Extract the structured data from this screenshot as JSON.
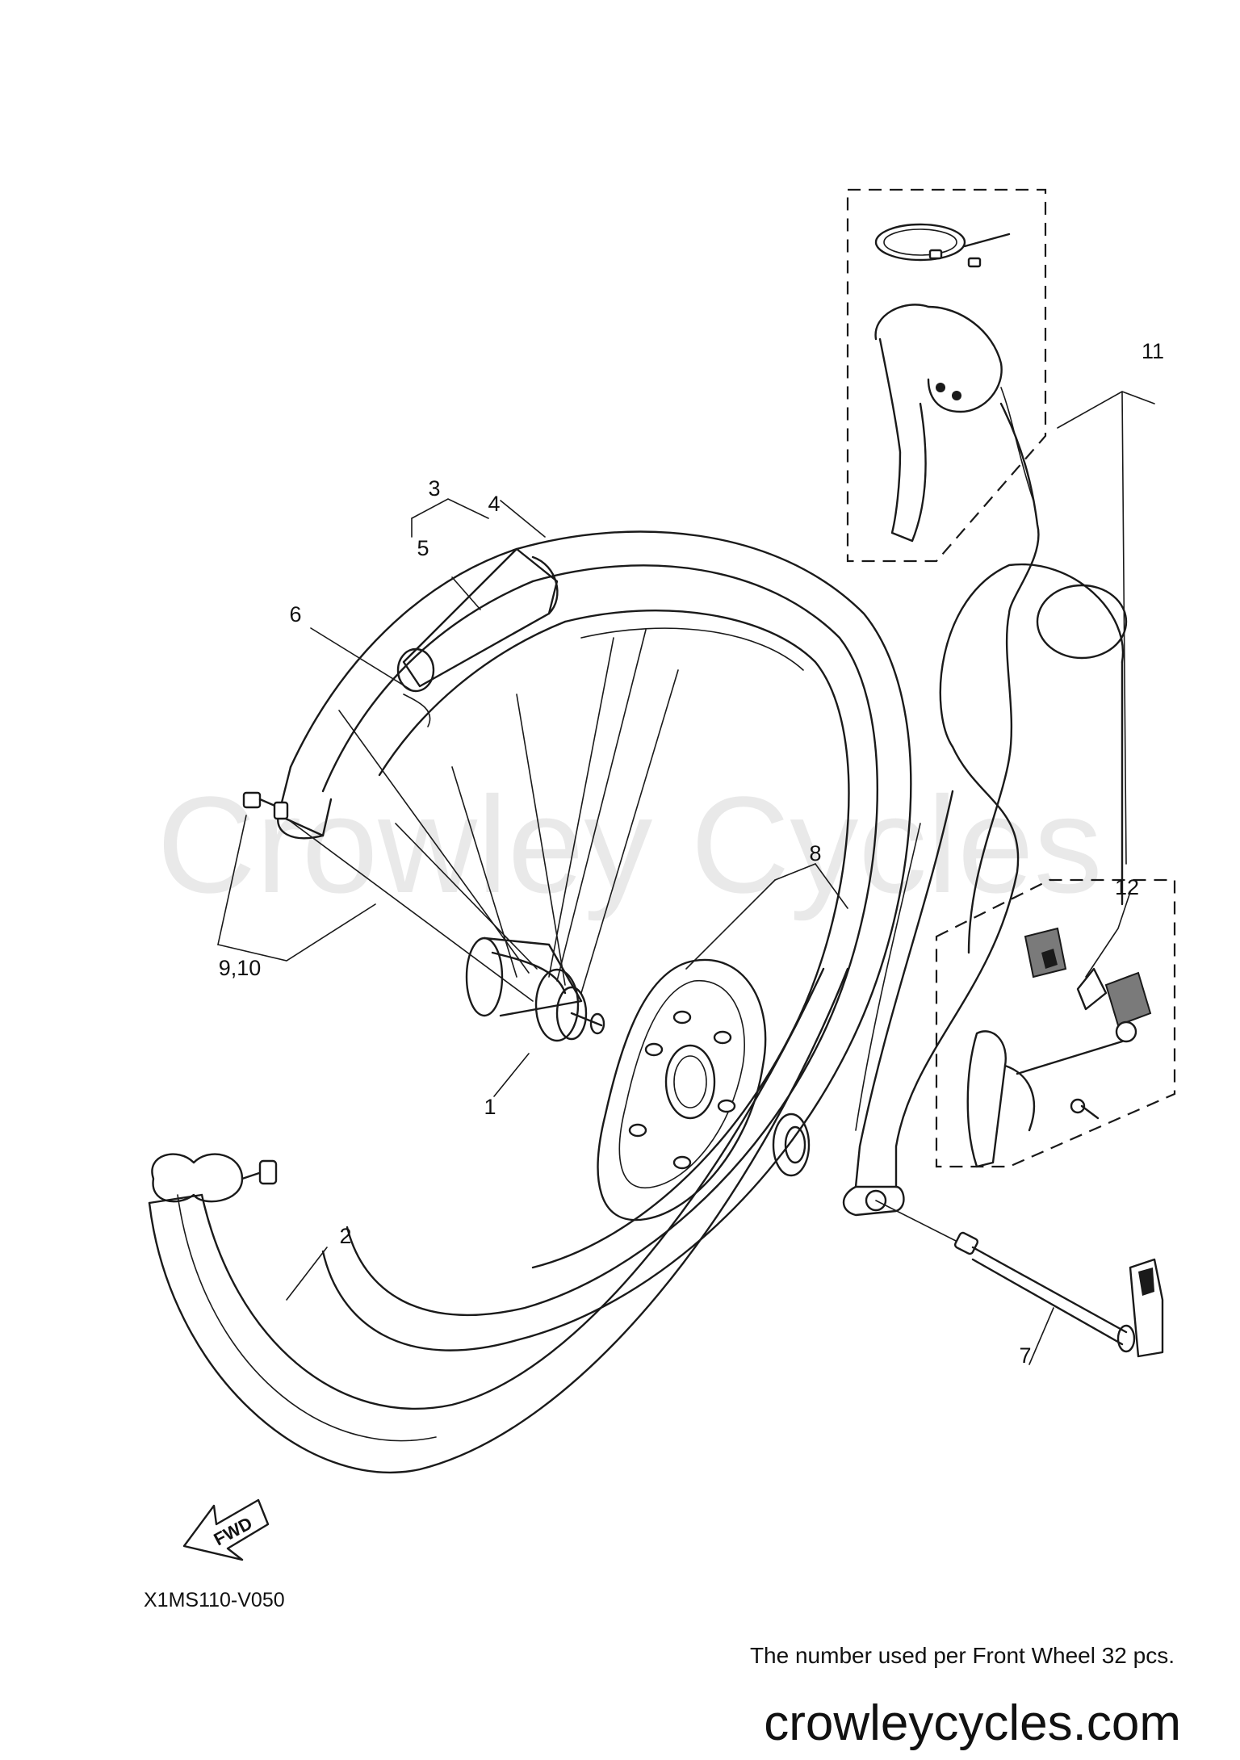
{
  "watermark": "Crowley Cycles",
  "diagram_code": "X1MS110-V050",
  "note": "The number used per Front Wheel 32 pcs.",
  "website": "crowleycycles.com",
  "fwd_label": "FWD",
  "callouts": {
    "c1": "1",
    "c2": "2",
    "c3": "3",
    "c4": "4",
    "c5": "5",
    "c6": "6",
    "c7": "7",
    "c8": "8",
    "c9_10": "9,10",
    "c11": "11",
    "c12": "12"
  },
  "icons": [
    "fwd-arrow-icon"
  ]
}
